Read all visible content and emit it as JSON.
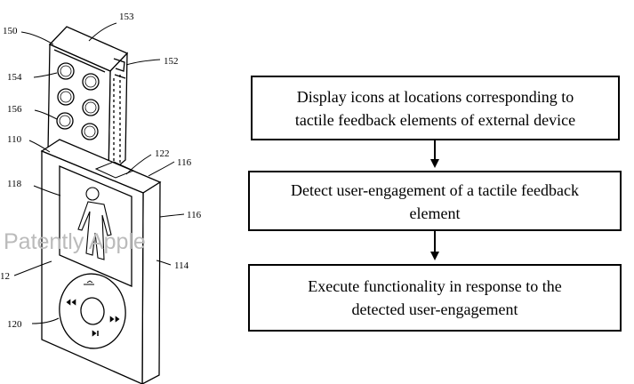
{
  "watermark": "Patently Apple",
  "refs": {
    "r150": "150",
    "r153": "153",
    "r152": "152",
    "r154": "154",
    "r156": "156",
    "r110": "110",
    "r122": "122",
    "r116a": "116",
    "r118": "118",
    "r116b": "116",
    "r12": "12",
    "r114": "114",
    "r120": "120"
  },
  "flow": [
    {
      "line1": "Display icons at locations corresponding to",
      "line2": "tactile feedback elements of external device"
    },
    {
      "line1": "Detect user-engagement of a tactile feedback",
      "line2": "element"
    },
    {
      "line1": "Execute functionality in response to the",
      "line2": "detected user-engagement"
    }
  ],
  "colors": {
    "line": "#000000",
    "watermark": "#bbbbbb"
  },
  "icons": {
    "person": "person-figure-icon",
    "wheel": "click-wheel-icon"
  }
}
